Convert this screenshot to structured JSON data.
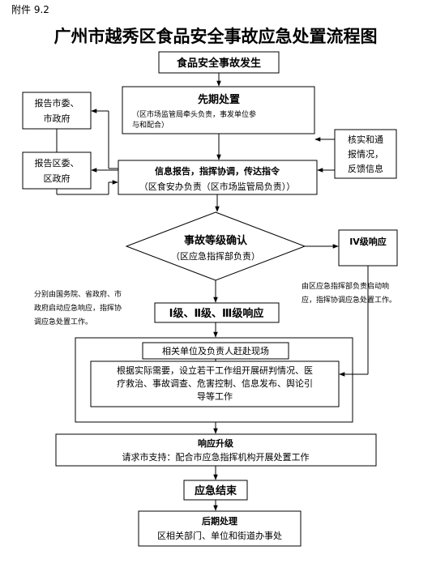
{
  "header": {
    "attachment": "附件 9.2",
    "title": "广州市越秀区食品安全事故应急处置流程图"
  },
  "nodes": {
    "incident": "食品安全事故发生",
    "initial": {
      "title": "先期处置",
      "desc1": "（区市场监管局牵头负责，事发单位参",
      "desc2": "与和配合）"
    },
    "report_city": {
      "line1": "报告市委、",
      "line2": "市政府"
    },
    "report_district": {
      "line1": "报告区委、",
      "line2": "区政府"
    },
    "verify": {
      "line1": "核实和通",
      "line2": "报情况，",
      "line3": "反馈信息"
    },
    "info": {
      "title": "信息报告，指挥协调，传达指令",
      "sub": "（区食安办负责（区市场监管局负责））"
    },
    "level": {
      "title": "事故等级确认",
      "sub": "（区应急指挥部负责）"
    },
    "level4": "IV级响应",
    "level4_note": {
      "line1": "由区应急指挥部负责启动响",
      "line2": "应，指挥协调应急处置工作。"
    },
    "level123": "Ⅰ级、Ⅱ级、Ⅲ级响应",
    "level123_note": {
      "line1": "分别由国务院、省政府、市",
      "line2": "政府启动应急响应，指挥协",
      "line3": "调应急处置工作。"
    },
    "onsite": {
      "title": "相关单位及负责人赶赴现场",
      "line1": "根据实际需要，设立若干工作组开展研判情况、医",
      "line2": "疗救治、事故调查、危害控制、信息发布、舆论引",
      "line3": "导等工作"
    },
    "upgrade": {
      "title": "响应升级",
      "sub": "请求市支持：配合市应急指挥机构开展处置工作"
    },
    "end": "应急结束",
    "after": {
      "title": "后期处理",
      "sub": "区相关部门、单位和街道办事处"
    }
  }
}
